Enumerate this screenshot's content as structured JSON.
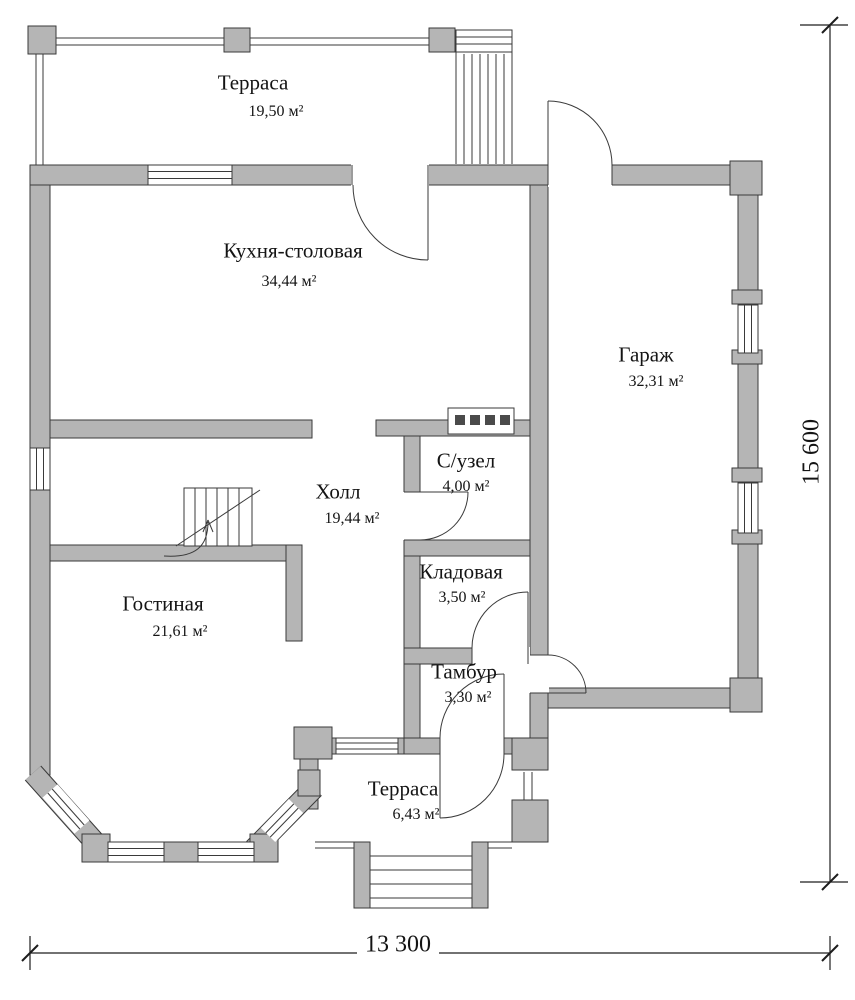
{
  "plan": {
    "rooms": {
      "terrace_top": {
        "name": "Терраса",
        "area": "19,50 м²"
      },
      "kitchen": {
        "name": "Кухня-столовая",
        "area": "34,44 м²"
      },
      "garage": {
        "name": "Гараж",
        "area": "32,31 м²"
      },
      "hall": {
        "name": "Холл",
        "area": "19,44 м²"
      },
      "bathroom": {
        "name": "С/узел",
        "area": "4,00 м²"
      },
      "storage": {
        "name": "Кладовая",
        "area": "3,50 м²"
      },
      "living": {
        "name": "Гостиная",
        "area": "21,61 м²"
      },
      "vestibule": {
        "name": "Тамбур",
        "area": "3,30 м²"
      },
      "terrace_bottom": {
        "name": "Терраса",
        "area": "6,43 м²"
      }
    },
    "dimensions": {
      "width_label": "13 300",
      "height_label": "15 600"
    },
    "colors": {
      "wall_fill": "#b5b5b5",
      "line": "#3a3a3a"
    }
  }
}
